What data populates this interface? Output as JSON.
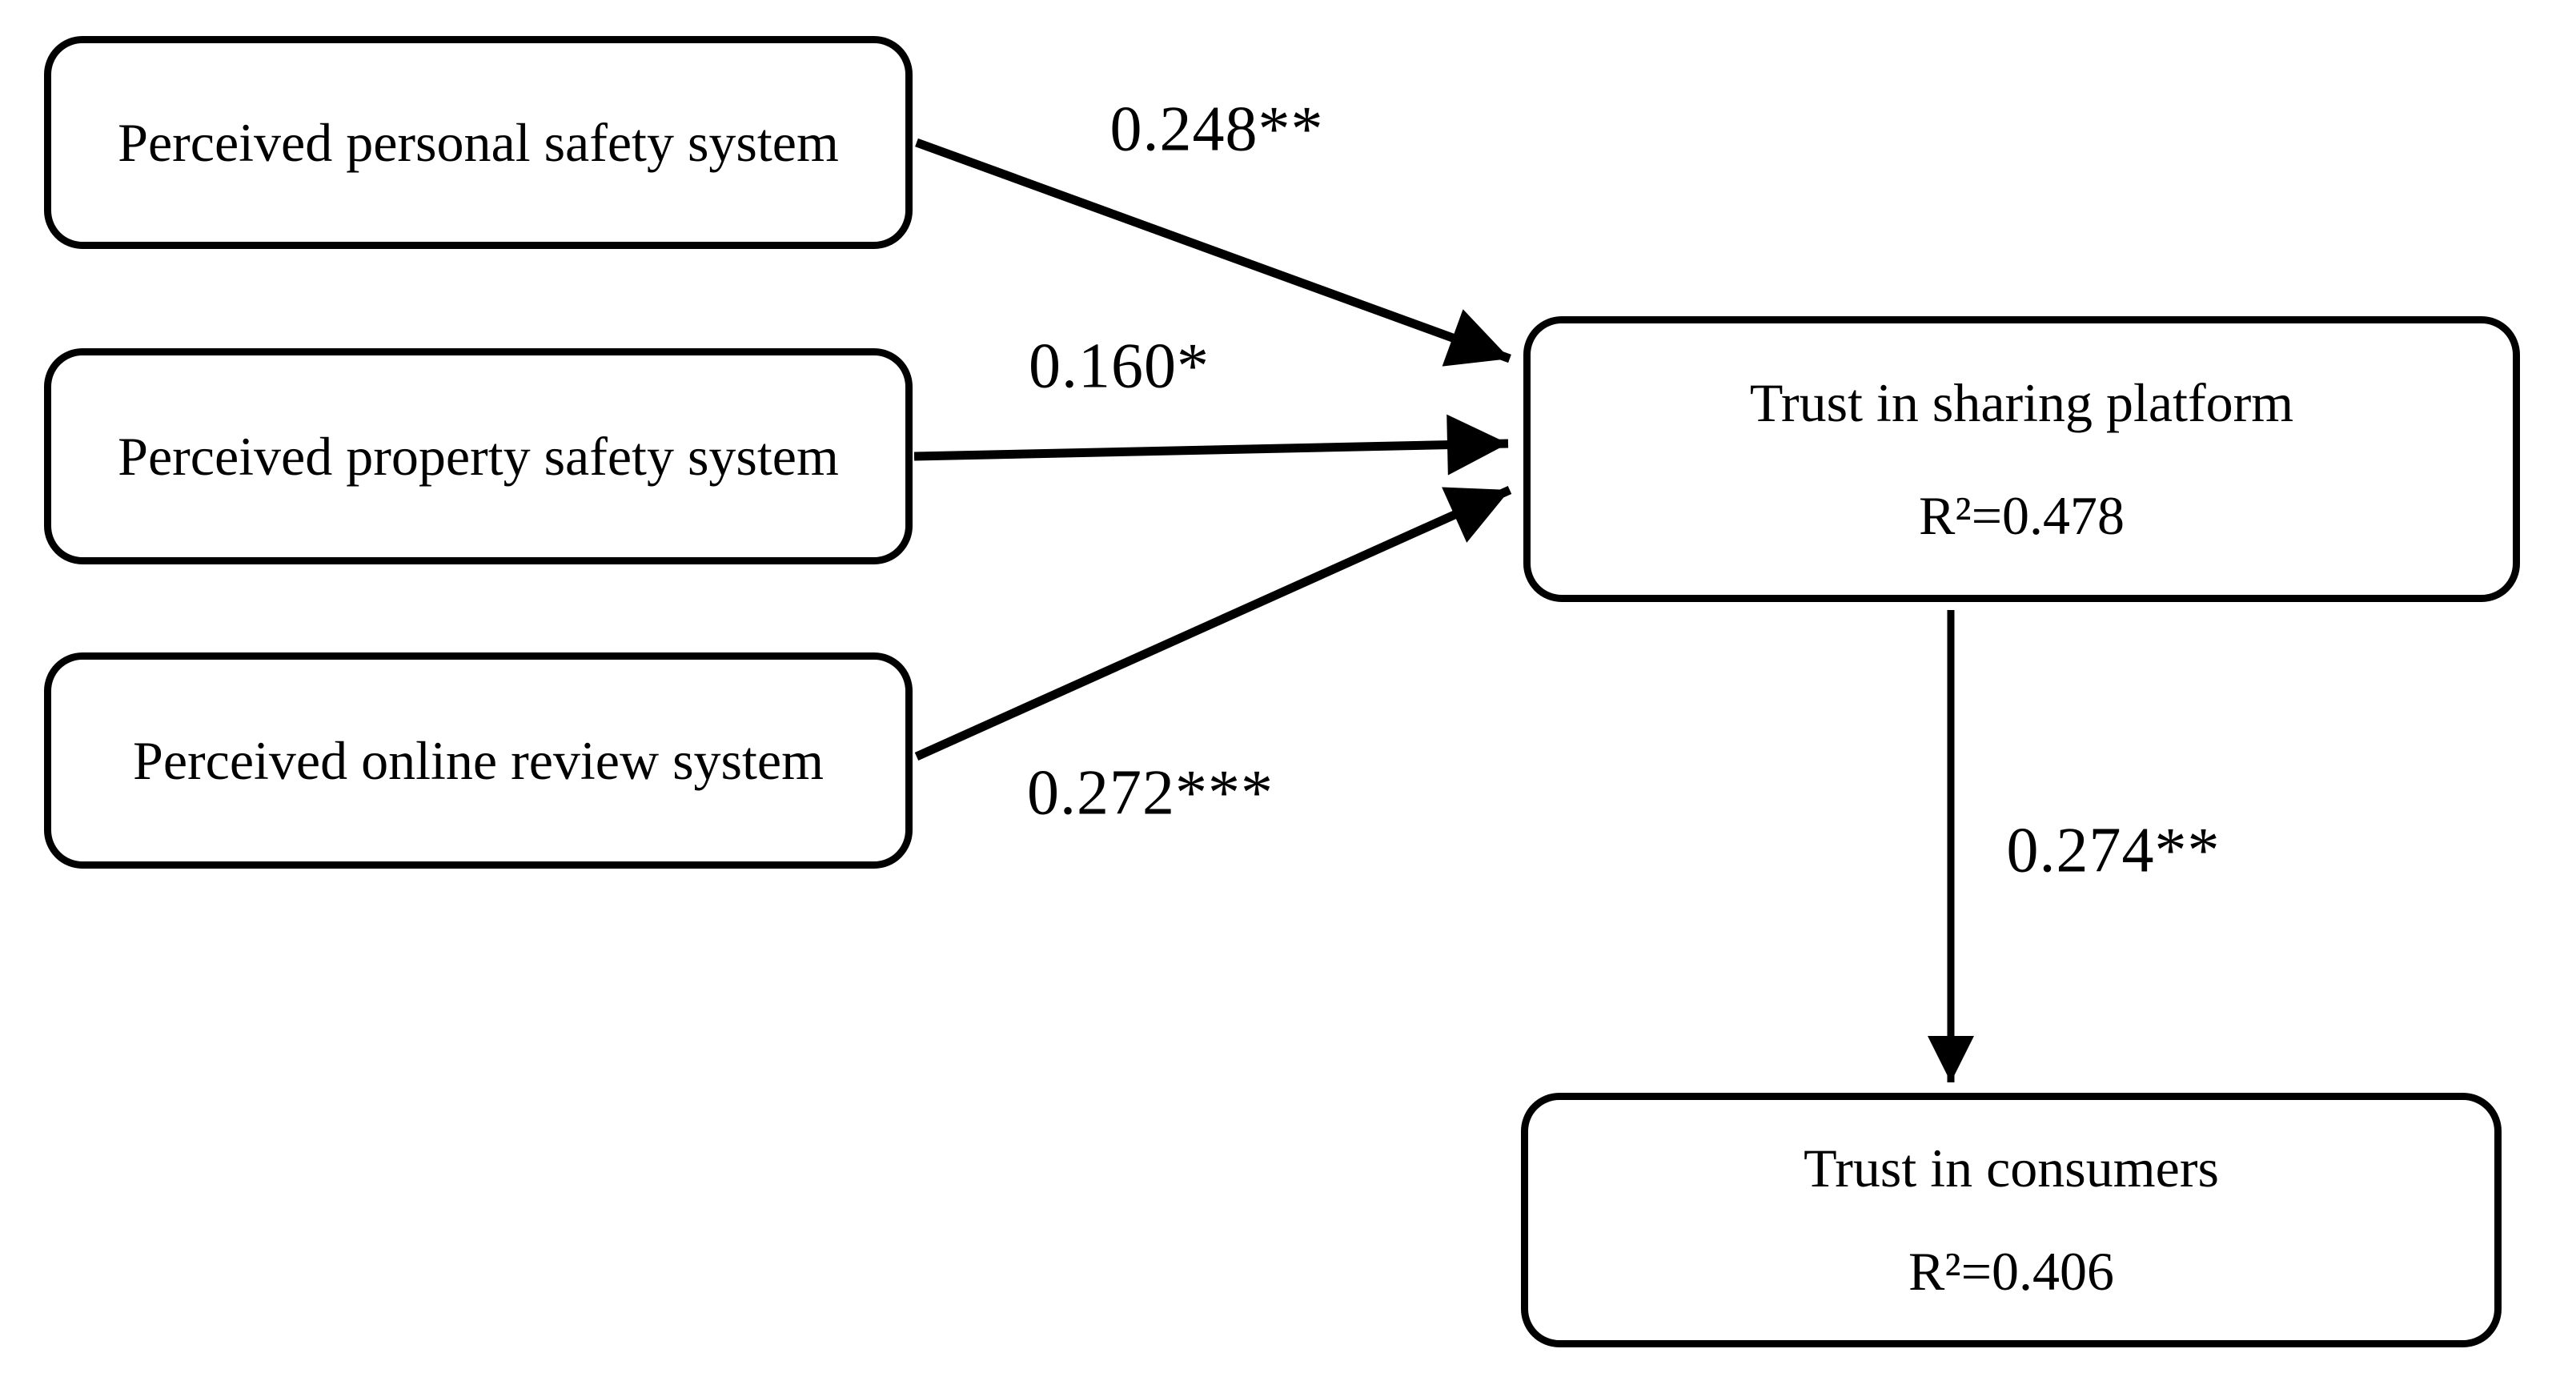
{
  "diagram": {
    "kind": "structural-path-model",
    "boxes": {
      "personal_safety": {
        "label": "Perceived personal safety system"
      },
      "property_safety": {
        "label": "Perceived property safety system"
      },
      "online_review": {
        "label": "Perceived online review system"
      },
      "trust_platform": {
        "title": "Trust in sharing platform",
        "r_squared": "R²=0.478"
      },
      "trust_consumers": {
        "title": "Trust in consumers",
        "r_squared": "R²=0.406"
      }
    },
    "paths": [
      {
        "from": "Perceived personal safety system",
        "to": "Trust in sharing platform",
        "coefficient": "0.248**"
      },
      {
        "from": "Perceived property safety system",
        "to": "Trust in sharing platform",
        "coefficient": "0.160*"
      },
      {
        "from": "Perceived online review system",
        "to": "Trust in sharing platform",
        "coefficient": "0.272***"
      },
      {
        "from": "Trust in sharing platform",
        "to": "Trust in consumers",
        "coefficient": "0.274**"
      }
    ],
    "colors": {
      "ink": "#000000",
      "background": "#ffffff"
    }
  }
}
